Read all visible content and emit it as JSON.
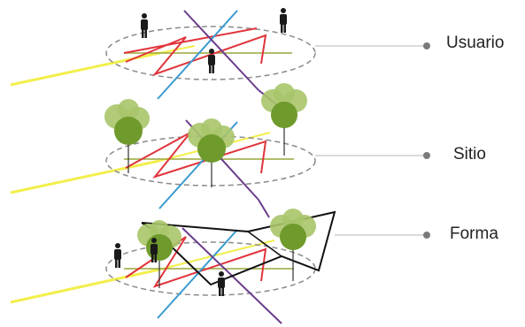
{
  "layers": [
    {
      "id": "usuario",
      "label": "Usuario"
    },
    {
      "id": "sitio",
      "label": "Sitio"
    },
    {
      "id": "forma",
      "label": "Forma"
    }
  ],
  "colors": {
    "yellow_path": "#f2ef4c",
    "red_path": "#e0343b",
    "blue_path": "#3a9ad0",
    "purple_path": "#6a3c8c",
    "olive_axis": "#9aa63a",
    "ellipse_stroke": "#8a8a8a",
    "leader_line": "#b5b5b5",
    "leader_dot": "#7a7a7a",
    "tree_light": "#a9c56a",
    "tree_dark": "#6f9a2c",
    "person": "#1a1a1a",
    "built_form": "#111111"
  },
  "icons": [
    "person-icon",
    "tree-icon",
    "dot-icon"
  ]
}
